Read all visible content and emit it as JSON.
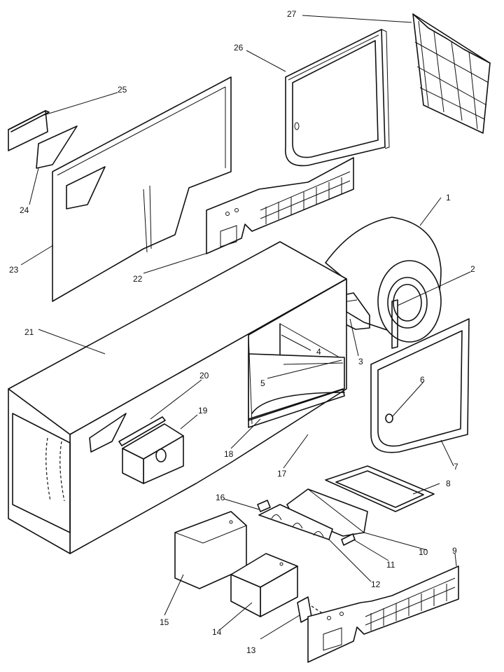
{
  "diagram": {
    "callouts": [
      {
        "id": "1",
        "text": "1"
      },
      {
        "id": "2",
        "text": "2"
      },
      {
        "id": "3",
        "text": "3"
      },
      {
        "id": "4",
        "text": "4"
      },
      {
        "id": "5",
        "text": "5"
      },
      {
        "id": "6",
        "text": "6"
      },
      {
        "id": "7",
        "text": "7"
      },
      {
        "id": "8",
        "text": "8"
      },
      {
        "id": "9",
        "text": "9"
      },
      {
        "id": "10",
        "text": "10"
      },
      {
        "id": "11",
        "text": "11"
      },
      {
        "id": "12",
        "text": "12"
      },
      {
        "id": "13",
        "text": "13"
      },
      {
        "id": "14",
        "text": "14"
      },
      {
        "id": "15",
        "text": "15"
      },
      {
        "id": "16",
        "text": "16"
      },
      {
        "id": "17",
        "text": "17"
      },
      {
        "id": "18",
        "text": "18"
      },
      {
        "id": "19",
        "text": "19"
      },
      {
        "id": "20",
        "text": "20"
      },
      {
        "id": "21",
        "text": "21"
      },
      {
        "id": "22",
        "text": "22"
      },
      {
        "id": "23",
        "text": "23"
      },
      {
        "id": "24",
        "text": "24"
      },
      {
        "id": "25",
        "text": "25"
      },
      {
        "id": "26",
        "text": "26"
      },
      {
        "id": "27",
        "text": "27"
      }
    ],
    "line_color": "#111111",
    "background_color": "#ffffff"
  }
}
